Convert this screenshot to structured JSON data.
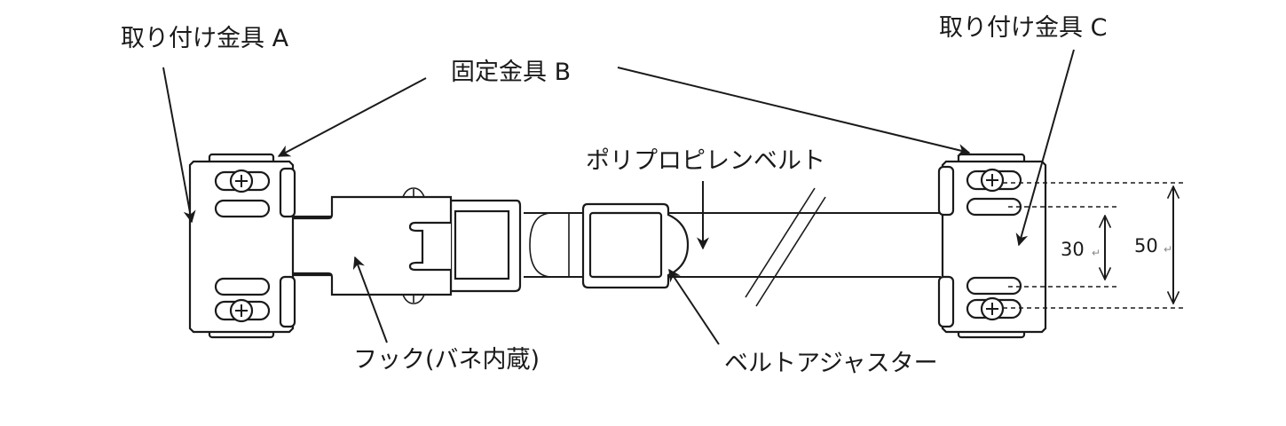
{
  "diagram": {
    "labels": {
      "bracket_a": "取り付け金具 A",
      "fixing_bracket_b": "固定金具 B",
      "bracket_c": "取り付け金具 C",
      "pp_belt": "ポリプロピレンベルト",
      "hook": "フック(バネ内蔵)",
      "belt_adjuster": "ベルトアジャスター"
    },
    "dimensions": {
      "inner_pitch": "30",
      "outer_pitch": "50",
      "return_mark": "↵"
    },
    "colors": {
      "line": "#1a1a1a",
      "background": "#ffffff"
    }
  }
}
